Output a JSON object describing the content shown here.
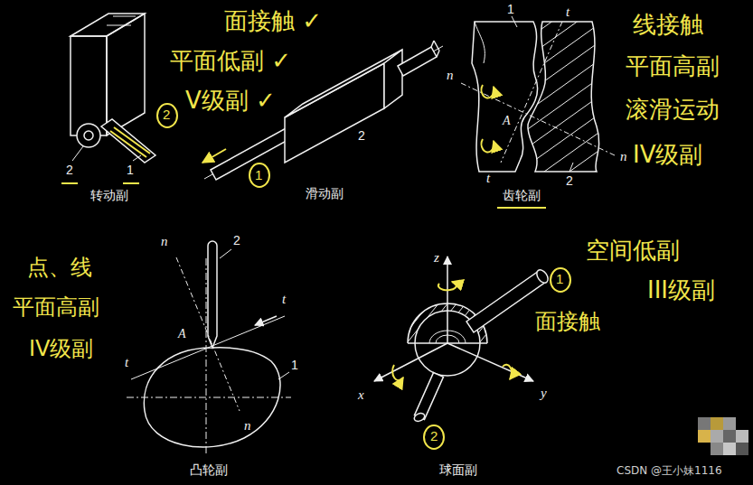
{
  "diagram": {
    "labels": [
      "面接触 ✓",
      "平面低副 ✓",
      "V级副 ✓",
      "转动副",
      "2",
      "1",
      "2",
      "滑动副",
      "2",
      "1",
      "齿轮副",
      "1",
      "t",
      "n",
      "A",
      "n",
      "t",
      "2",
      "线接触",
      "平面高副",
      "滚滑运动",
      "IV级副",
      "点、线",
      "平面高副",
      "IV级副",
      "n",
      "2",
      "t",
      "A",
      "t",
      "1",
      "n",
      "凸轮副",
      "空间低副",
      "III级副",
      "面接触",
      "z",
      "x",
      "y",
      "1",
      "2",
      "球面副",
      "CSDN @王小妹1116"
    ]
  }
}
